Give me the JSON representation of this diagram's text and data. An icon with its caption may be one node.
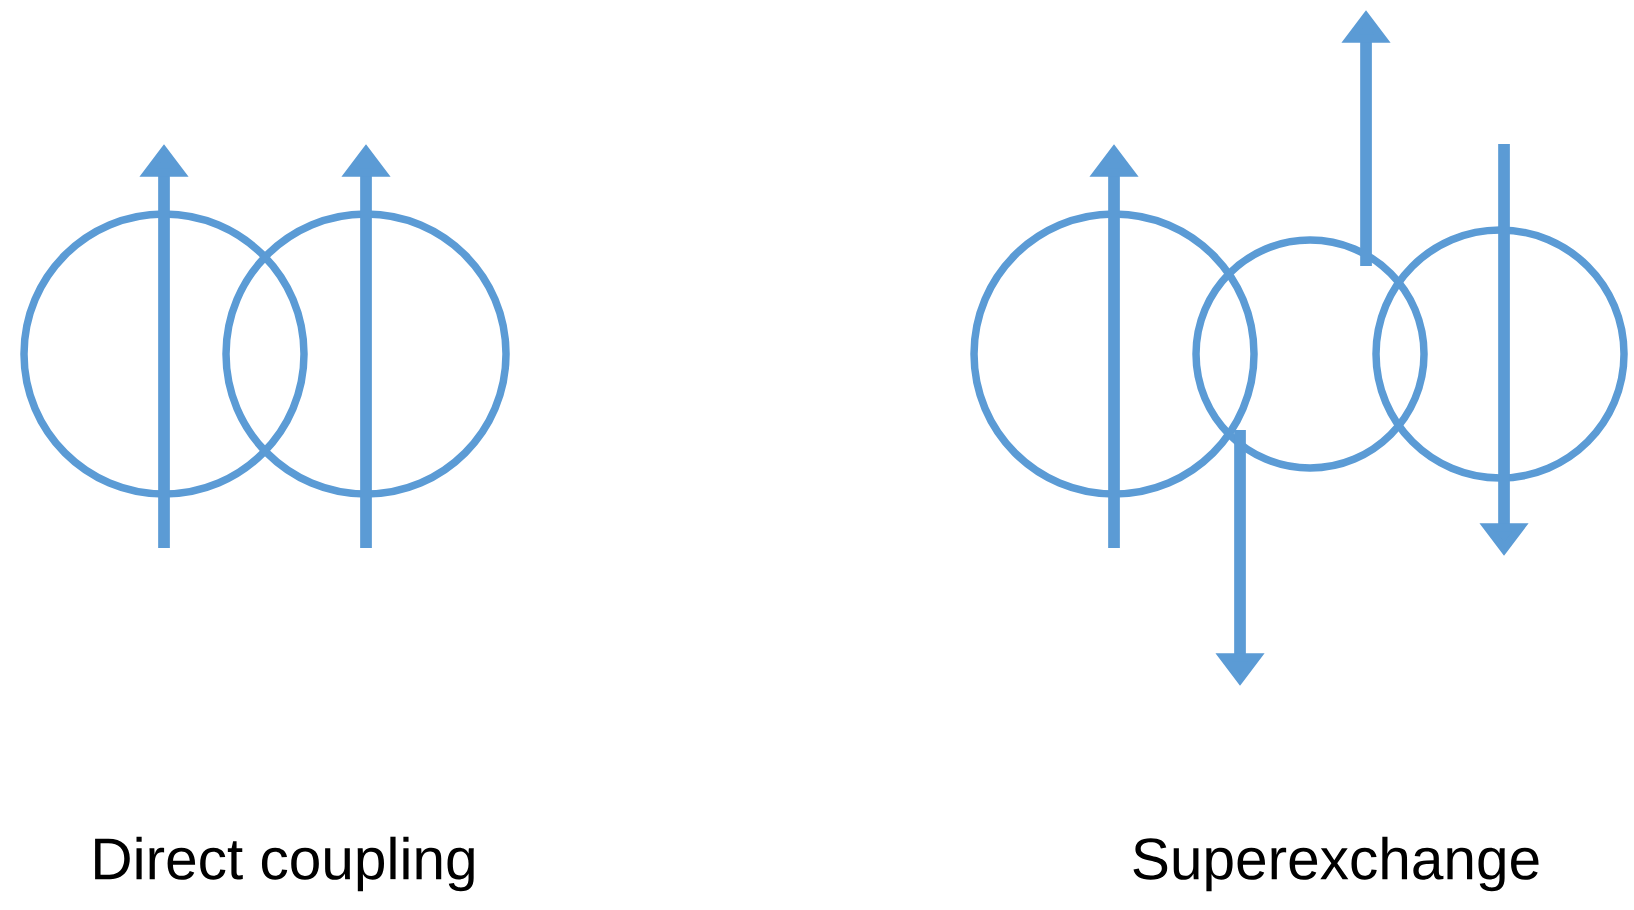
{
  "diagram": {
    "nodes": [
      {
        "text": [],
        "shape": "circle"
      },
      {
        "text": [],
        "shape": "circle"
      },
      {
        "text": [],
        "shape": "circle"
      },
      {
        "text": [],
        "shape": "circle"
      },
      {
        "text": [],
        "shape": "circle"
      }
    ],
    "labels": [
      "Direct coupling",
      "Superexchange"
    ]
  }
}
